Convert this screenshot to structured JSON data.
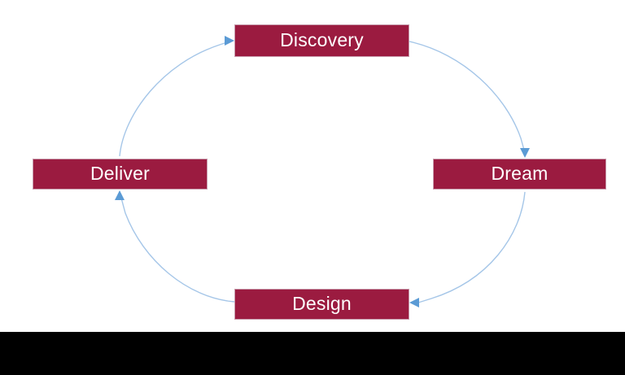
{
  "diagram": {
    "title": "Discovery Dream Design Deliver cycle",
    "type": "cycle",
    "background_color": "#ffffff",
    "node_fill_color": "#9b1b40",
    "node_border_color": "#c79aab",
    "node_text_color": "#ffffff",
    "arc_color": "#a5c6e8",
    "arrow_color": "#5b9bd5",
    "nodes": [
      {
        "id": "discovery",
        "label": "Discovery",
        "position": "top"
      },
      {
        "id": "dream",
        "label": "Dream",
        "position": "right"
      },
      {
        "id": "design",
        "label": "Design",
        "position": "bottom"
      },
      {
        "id": "deliver",
        "label": "Deliver",
        "position": "left"
      }
    ],
    "connectors": [
      {
        "id": "deliver-to-discovery",
        "from": "Deliver",
        "to": "Discovery",
        "arrow_direction": "right"
      },
      {
        "id": "discovery-to-dream",
        "from": "Discovery",
        "to": "Dream",
        "arrow_direction": "down"
      },
      {
        "id": "dream-to-design",
        "from": "Dream",
        "to": "Design",
        "arrow_direction": "left"
      },
      {
        "id": "design-to-deliver",
        "from": "Design",
        "to": "Deliver",
        "arrow_direction": "up"
      }
    ]
  },
  "footer": {
    "bar_color": "#000000",
    "text": ""
  }
}
